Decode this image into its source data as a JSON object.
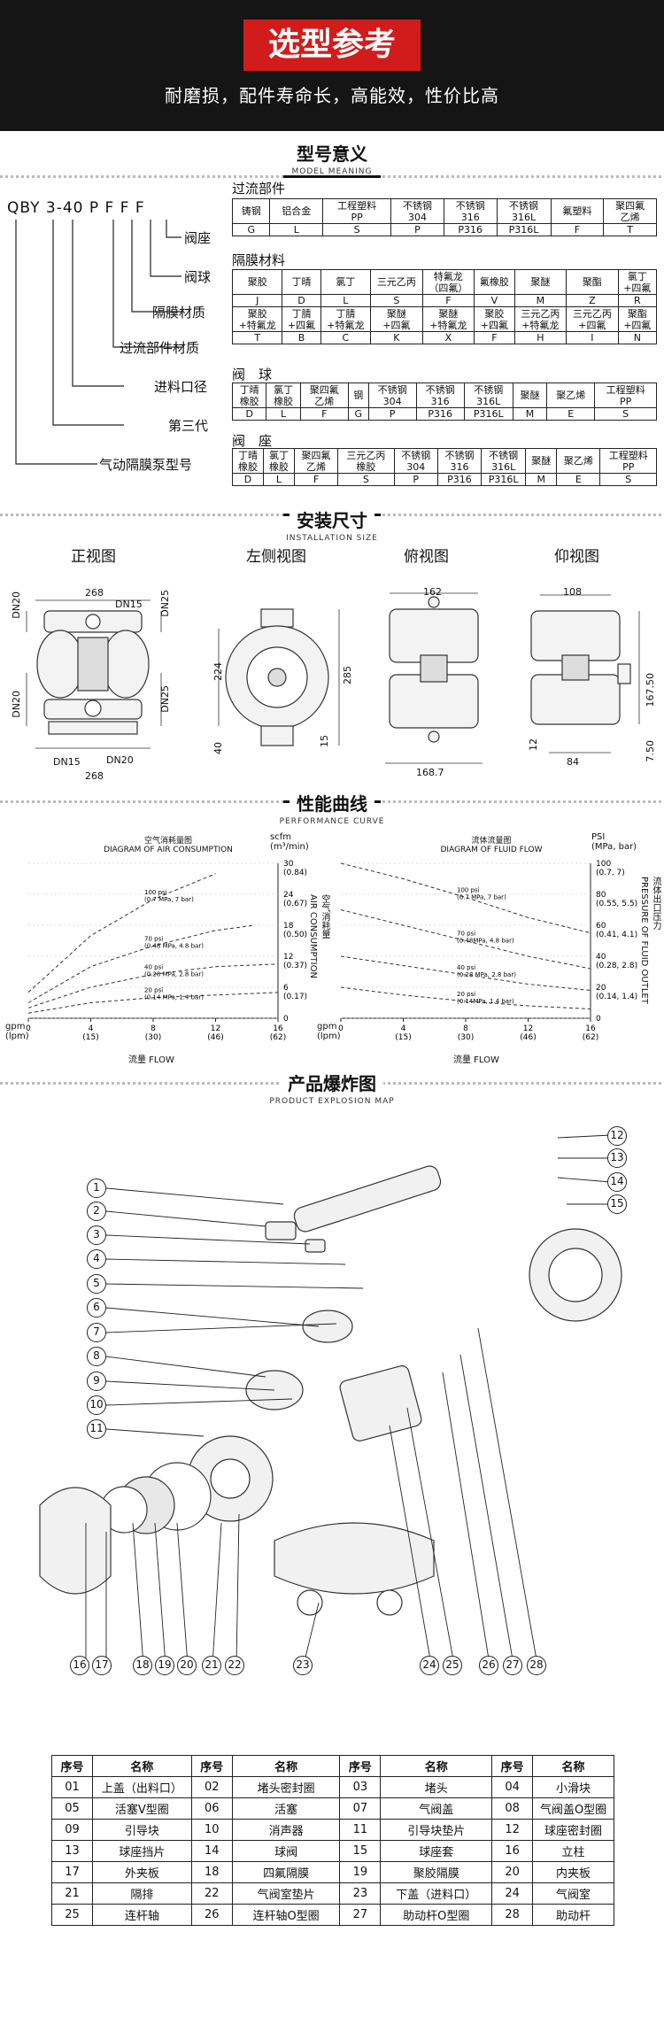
{
  "header": {
    "title": "选型参考",
    "subtitle": "耐磨损，配件寿命长，高能效，性价比高"
  },
  "model_meaning": {
    "title_cn": "型号意义",
    "title_en": "MODEL MEANING",
    "code": "QBY 3-40 P F F F",
    "labels": [
      "阀座",
      "阀球",
      "隔膜材质",
      "过流部件材质",
      "进料口径",
      "第三代",
      "气动隔膜泵型号"
    ],
    "flow_parts": {
      "title": "过流部件",
      "names": [
        "铸钢",
        "铝合金",
        "工程塑料\nPP",
        "不锈钢\n304",
        "不锈钢\n316",
        "不锈钢\n316L",
        "氟塑料",
        "聚四氟\n乙烯"
      ],
      "codes": [
        "G",
        "L",
        "S",
        "P",
        "P316",
        "P316L",
        "F",
        "T"
      ]
    },
    "diaphragm": {
      "title": "隔膜材料",
      "names1": [
        "聚胶",
        "丁晴",
        "氯丁",
        "三元乙丙",
        "特氟龙\n（四氟）",
        "氟橡胶",
        "聚醚",
        "聚酯",
        "氯丁\n+四氟"
      ],
      "codes1": [
        "J",
        "D",
        "L",
        "S",
        "F",
        "V",
        "M",
        "Z",
        "R"
      ],
      "names2": [
        "聚胶\n+特氟龙",
        "丁腈\n+四氟",
        "丁腈\n+特氟龙",
        "聚醚\n+四氟",
        "聚醚\n+特氟龙",
        "聚胶\n+四氟",
        "三元乙丙\n+特氟龙",
        "三元乙丙\n+四氟",
        "聚酯\n+四氟"
      ],
      "codes2": [
        "T",
        "B",
        "C",
        "K",
        "X",
        "F",
        "H",
        "I",
        "N"
      ]
    },
    "ball": {
      "title": "阀　球",
      "names": [
        "丁晴\n橡胶",
        "氯丁\n橡胶",
        "聚四氟\n乙烯",
        "钢",
        "不锈钢\n304",
        "不锈钢\n316",
        "不锈钢\n316L",
        "聚醚",
        "聚乙烯",
        "工程塑料\nPP"
      ],
      "codes": [
        "D",
        "L",
        "F",
        "G",
        "P",
        "P316",
        "P316L",
        "M",
        "E",
        "S"
      ]
    },
    "seat": {
      "title": "阀　座",
      "names": [
        "丁晴\n橡胶",
        "氯丁\n橡胶",
        "聚四氟\n乙烯",
        "三元乙丙\n橡胶",
        "不锈钢\n304",
        "不锈钢\n316",
        "不锈钢\n316L",
        "聚醚",
        "聚乙烯",
        "工程塑料\nPP"
      ],
      "codes": [
        "D",
        "L",
        "F",
        "S",
        "P",
        "P316",
        "P316L",
        "M",
        "E",
        "S"
      ]
    }
  },
  "install": {
    "title_cn": "安装尺寸",
    "title_en": "INSTALLATION SIZE",
    "views": [
      "正视图",
      "左侧视图",
      "俯视图",
      "仰视图"
    ],
    "dims": {
      "front": [
        "268",
        "DN20",
        "DN15",
        "DN25",
        "DN20",
        "DN25",
        "DN15",
        "DN20",
        "268"
      ],
      "side": [
        "224",
        "285",
        "40",
        "15"
      ],
      "top": [
        "162",
        "168.7"
      ],
      "bottom": [
        "108",
        "167.50",
        "12",
        "84",
        "7.50"
      ]
    }
  },
  "perf": {
    "title_cn": "性能曲线",
    "title_en": "PERFORMANCE CURVE",
    "air": {
      "title_cn": "空气消耗量图",
      "title_en": "DIAGRAM OF AIR CONSUMPTION",
      "yunit": "scfm\n(m³/min)",
      "yticks": [
        "30\n(0.84)",
        "24\n(0.67)",
        "18\n(0.50)",
        "12\n(0.37)",
        "6\n(0.17)",
        "0"
      ],
      "ylabel": "空气消耗量\nAIR CONSUMPTION",
      "xticks": [
        "0",
        "4\n(15)",
        "8\n(30)",
        "12\n(46)",
        "16\n(62)"
      ],
      "xunit": "gpm\n(lpm)",
      "xlabel": "流量  FLOW",
      "curves": [
        "100 psi\n(0.7 MPa, 7 bar)",
        "70 psi\n(0.48 MPa, 4.8 bar)",
        "40 psi\n(0.28 MPa, 2.8 bar)",
        "20 psi\n(0.14 MPa, 1.4 bar)"
      ]
    },
    "fluid": {
      "title_cn": "流体流量图",
      "title_en": "DIAGRAM OF FLUID FLOW",
      "yunit": "PSI\n(MPa, bar)",
      "yticks": [
        "100\n(0.7, 7)",
        "80\n(0.55, 5.5)",
        "60\n(0.41, 4.1)",
        "40\n(0.28, 2.8)",
        "20\n(0.14, 1.4)",
        "0"
      ],
      "ylabel": "流体出口压力\nPRESSURE OF FLUID OUTLET",
      "xticks": [
        "0",
        "4\n(15)",
        "8\n(30)",
        "12\n(46)",
        "16\n(62)"
      ],
      "xunit": "gpm\n(lpm)",
      "xlabel": "流量  FLOW",
      "curves": [
        "100 psi\n(0.7 MPa, 7 bar)",
        "70 psi\n(0.48MPa, 4.8 bar)",
        "40 psi\n(0.28 MPa, 2.8 bar)",
        "20 psi\n(0.14MPa, 1.4 bar)"
      ]
    }
  },
  "chart_data": [
    {
      "type": "line",
      "title": "空气消耗量图 DIAGRAM OF AIR CONSUMPTION",
      "xlabel": "流量 FLOW",
      "ylabel": "空气消耗量 AIR CONSUMPTION",
      "x": [
        0,
        4,
        8,
        12,
        16
      ],
      "xlim": [
        0,
        16
      ],
      "ylim": [
        0,
        30
      ],
      "series": [
        {
          "name": "100 psi (0.7 MPa, 7 bar)",
          "points": [
            [
              0,
              5
            ],
            [
              4,
              16
            ],
            [
              8,
              23
            ],
            [
              12,
              28
            ]
          ]
        },
        {
          "name": "70 psi (0.48 MPa, 4.8 bar)",
          "points": [
            [
              0,
              3
            ],
            [
              4,
              10
            ],
            [
              8,
              14
            ],
            [
              12,
              17
            ],
            [
              14.5,
              18
            ]
          ]
        },
        {
          "name": "40 psi (0.28 MPa, 2.8 bar)",
          "points": [
            [
              0,
              2
            ],
            [
              4,
              6
            ],
            [
              8,
              8.5
            ],
            [
              12,
              10
            ],
            [
              16,
              10.5
            ]
          ]
        },
        {
          "name": "20 psi (0.14 MPa, 1.4 bar)",
          "points": [
            [
              0,
              1
            ],
            [
              4,
              3
            ],
            [
              8,
              4
            ],
            [
              12,
              4.5
            ],
            [
              16,
              5
            ]
          ]
        }
      ]
    },
    {
      "type": "line",
      "title": "流体流量图 DIAGRAM OF FLUID FLOW",
      "xlabel": "流量 FLOW",
      "ylabel": "流体出口压力 PRESSURE OF FLUID OUTLET",
      "x": [
        0,
        4,
        8,
        12,
        16
      ],
      "xlim": [
        0,
        16
      ],
      "ylim": [
        0,
        100
      ],
      "series": [
        {
          "name": "100 psi (0.7 MPa, 7 bar)",
          "points": [
            [
              0,
              100
            ],
            [
              4,
              90
            ],
            [
              8,
              78
            ],
            [
              12,
              65
            ],
            [
              16,
              55
            ]
          ]
        },
        {
          "name": "70 psi (0.48MPa, 4.8 bar)",
          "points": [
            [
              0,
              70
            ],
            [
              4,
              60
            ],
            [
              8,
              50
            ],
            [
              12,
              40
            ],
            [
              16,
              32
            ]
          ]
        },
        {
          "name": "40 psi (0.28 MPa, 2.8 bar)",
          "points": [
            [
              0,
              40
            ],
            [
              4,
              34
            ],
            [
              8,
              28
            ],
            [
              12,
              22
            ],
            [
              16,
              18
            ]
          ]
        },
        {
          "name": "20 psi (0.14MPa, 1.4 bar)",
          "points": [
            [
              0,
              20
            ],
            [
              4,
              15
            ],
            [
              8,
              11
            ],
            [
              12,
              8
            ],
            [
              16,
              6
            ]
          ]
        }
      ]
    }
  ],
  "explode": {
    "title_cn": "产品爆炸图",
    "title_en": "PRODUCT EXPLOSION MAP",
    "callouts": [
      "1",
      "2",
      "3",
      "4",
      "5",
      "6",
      "7",
      "8",
      "9",
      "10",
      "11",
      "12",
      "13",
      "14",
      "15",
      "16",
      "17",
      "18",
      "19",
      "20",
      "21",
      "22",
      "23",
      "24",
      "25",
      "26",
      "27",
      "28"
    ]
  },
  "parts_table": {
    "headers": [
      "序号",
      "名称",
      "序号",
      "名称",
      "序号",
      "名称",
      "序号",
      "名称"
    ],
    "rows": [
      [
        "01",
        "上盖（出料口）",
        "02",
        "堵头密封圈",
        "03",
        "堵头",
        "04",
        "小滑块"
      ],
      [
        "05",
        "活塞V型圈",
        "06",
        "活塞",
        "07",
        "气阀盖",
        "08",
        "气阀盖O型圈"
      ],
      [
        "09",
        "引导块",
        "10",
        "消声器",
        "11",
        "引导块垫片",
        "12",
        "球座密封圈"
      ],
      [
        "13",
        "球座挡片",
        "14",
        "球阀",
        "15",
        "球座套",
        "16",
        "立柱"
      ],
      [
        "17",
        "外夹板",
        "18",
        "四氟隔膜",
        "19",
        "聚胶隔膜",
        "20",
        "内夹板"
      ],
      [
        "21",
        "隔排",
        "22",
        "气阀室垫片",
        "23",
        "下盖（进料口）",
        "24",
        "气阀室"
      ],
      [
        "25",
        "连杆轴",
        "26",
        "连杆轴O型圈",
        "27",
        "助动杆O型圈",
        "28",
        "助动杆"
      ]
    ]
  }
}
